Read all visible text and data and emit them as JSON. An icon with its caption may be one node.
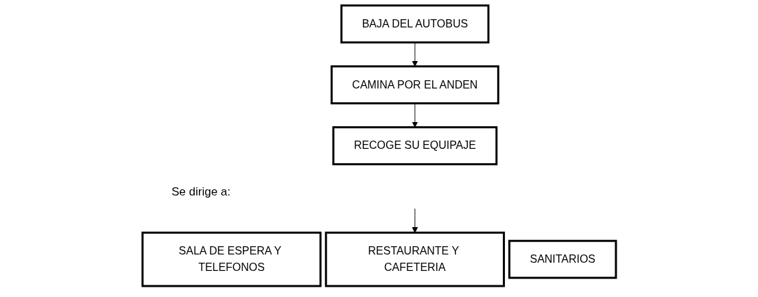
{
  "diagram": {
    "nodes": [
      {
        "text": [
          "BAJA DEL AUTOBUS"
        ]
      },
      {
        "text": [
          "CAMINA POR EL ANDEN"
        ]
      },
      {
        "text": [
          "RECOGE SU EQUIPAJE"
        ]
      },
      {
        "text": [
          "SALA DE ESPERA Y TELEFONOS"
        ]
      },
      {
        "text": [
          "RESTAURANTE Y CAFETERIA"
        ]
      },
      {
        "text": [
          "SANITARIOS"
        ]
      }
    ],
    "edges": [
      {
        "from": 0,
        "to": 1,
        "arrow": "to"
      },
      {
        "from": 1,
        "to": 2,
        "arrow": "to"
      },
      {
        "from": null,
        "to": 4,
        "arrow": "to"
      }
    ],
    "labels": [
      "Se dirige a:"
    ]
  }
}
